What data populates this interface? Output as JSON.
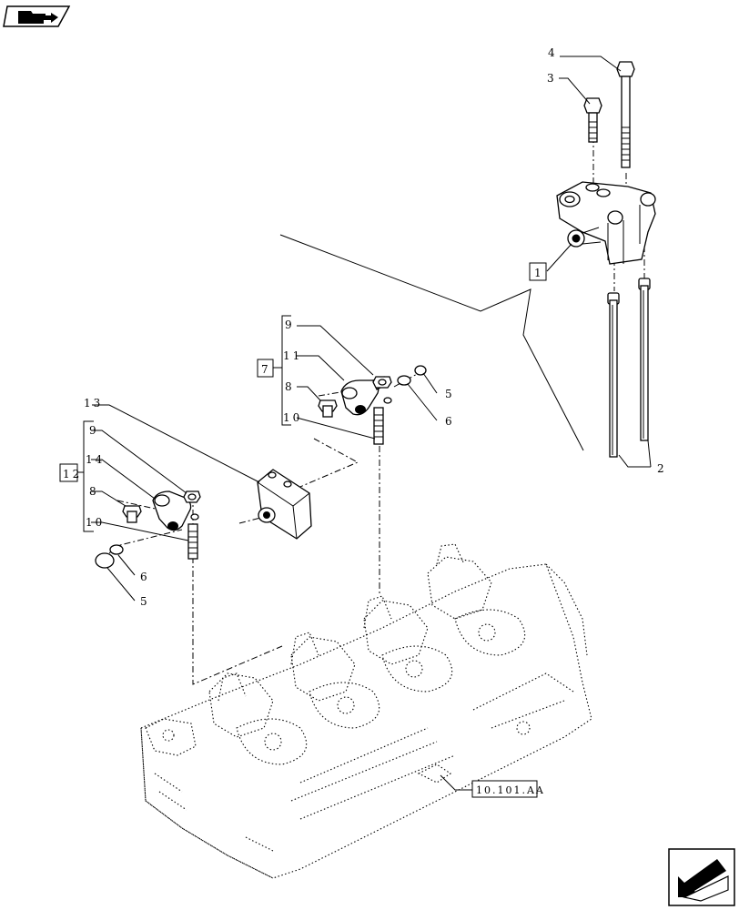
{
  "nav": {
    "prev_icon": "folder-back-arrow-icon",
    "next_icon": "next-page-arrow-icon"
  },
  "callouts": {
    "c1": "1",
    "c2": "2",
    "c3": "3",
    "c4": "4",
    "c5a": "5",
    "c5b": "5",
    "c6a": "6",
    "c6b": "6",
    "c7": "7",
    "c8a": "8",
    "c8b": "8",
    "c9a": "9",
    "c9b": "9",
    "c10a": "10",
    "c10b": "10",
    "c11": "11",
    "c12": "12",
    "c13": "13",
    "c14": "14"
  },
  "reference": {
    "code": "10.101.AA"
  }
}
